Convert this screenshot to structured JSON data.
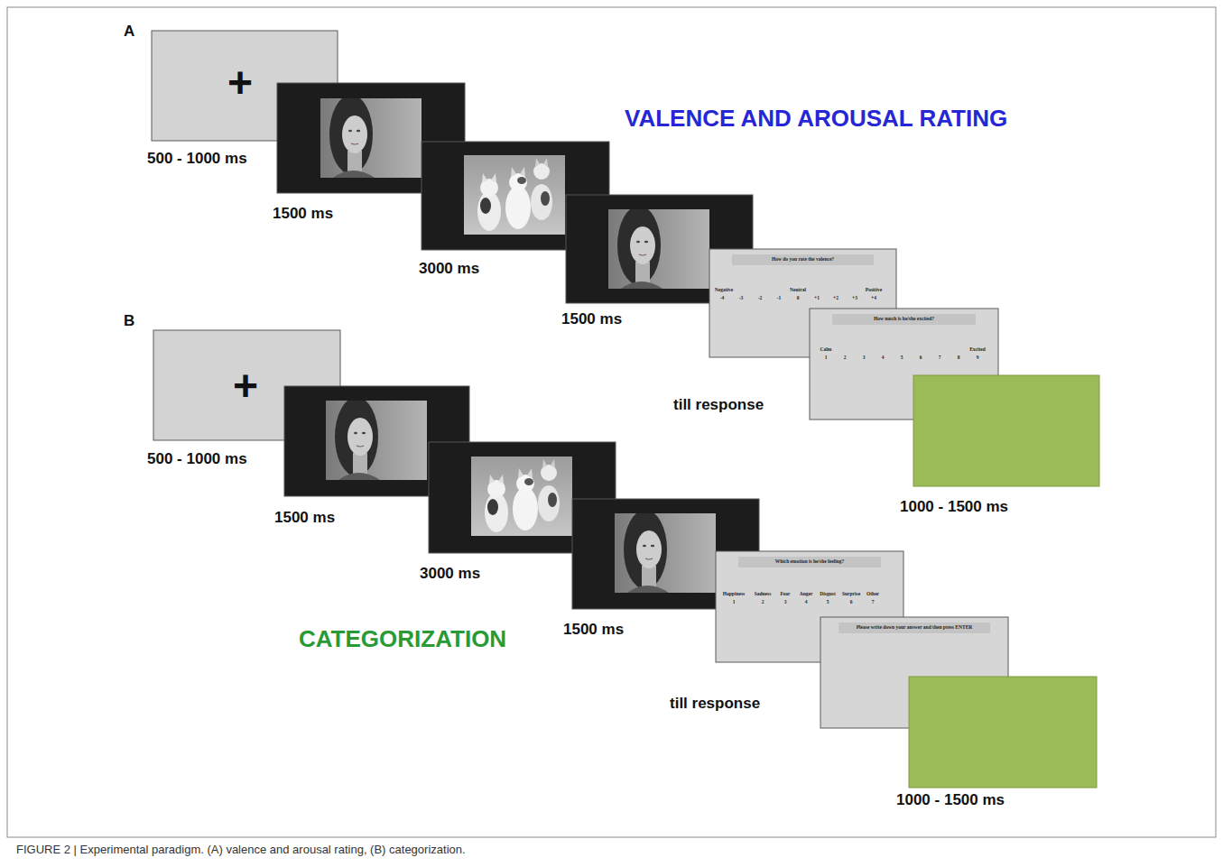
{
  "diagram": {
    "caption": "FIGURE 2 | Experimental paradigm. (A) valence and arousal rating, (B) categorization.",
    "nodes": [
      {
        "text": [
          "+"
        ]
      },
      {
        "text": [
          "How do you rate the valence?",
          "Negative",
          "Neutral",
          "Positive",
          "-4",
          "-3",
          "-2",
          "-1",
          "0",
          "+1",
          "+2",
          "+3",
          "+4"
        ]
      },
      {
        "text": [
          "How much is he/she excited?",
          "Calm",
          "Excited",
          "1",
          "2",
          "3",
          "4",
          "5",
          "6",
          "7",
          "8",
          "9"
        ]
      },
      {
        "text": [
          "+"
        ]
      },
      {
        "text": [
          "Which emotion is he/she feeling?",
          "Happiness",
          "Sadness",
          "Fear",
          "Anger",
          "Disgust",
          "Surprise",
          "Other",
          "1",
          "2",
          "3",
          "4",
          "5",
          "6",
          "7"
        ]
      },
      {
        "text": [
          "Please write down your answer and then press ENTER"
        ]
      }
    ],
    "labels": [
      "A",
      "VALENCE AND AROUSAL RATING",
      "500 - 1000 ms",
      "1500 ms",
      "3000 ms",
      "1500 ms",
      "till response",
      "1000 - 1500 ms",
      "B",
      "500 - 1000 ms",
      "1500 ms",
      "3000 ms",
      "1500 ms",
      "CATEGORIZATION",
      "till response",
      "1000 - 1500 ms"
    ]
  }
}
